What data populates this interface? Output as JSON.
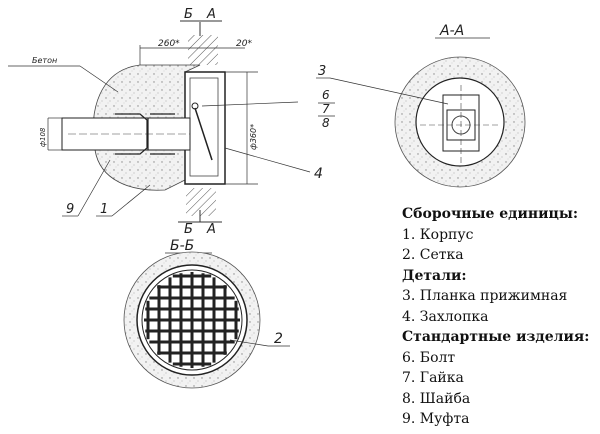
{
  "drawing": {
    "section_b": "Б",
    "section_a": "А",
    "dim_260": "260*",
    "dim_20": "20*",
    "concrete": "Бетон",
    "dia_108": "ф108",
    "dia_360": "ф360*",
    "view_aa": "А-А",
    "view_bb": "Б-Б",
    "callouts": [
      "1",
      "2",
      "3",
      "4",
      "6",
      "7",
      "8",
      "9"
    ]
  },
  "legend": {
    "assembly_heading": "Сборочные единицы:",
    "assembly": [
      "1. Корпус",
      "2. Сетка"
    ],
    "parts_heading": "Детали:",
    "parts": [
      "3. Планка прижимная",
      "4. Захлопка"
    ],
    "standard_heading": "Стандартные изделия:",
    "standard": [
      "6. Болт",
      "7. Гайка",
      "8. Шайба",
      "9. Муфта"
    ]
  }
}
